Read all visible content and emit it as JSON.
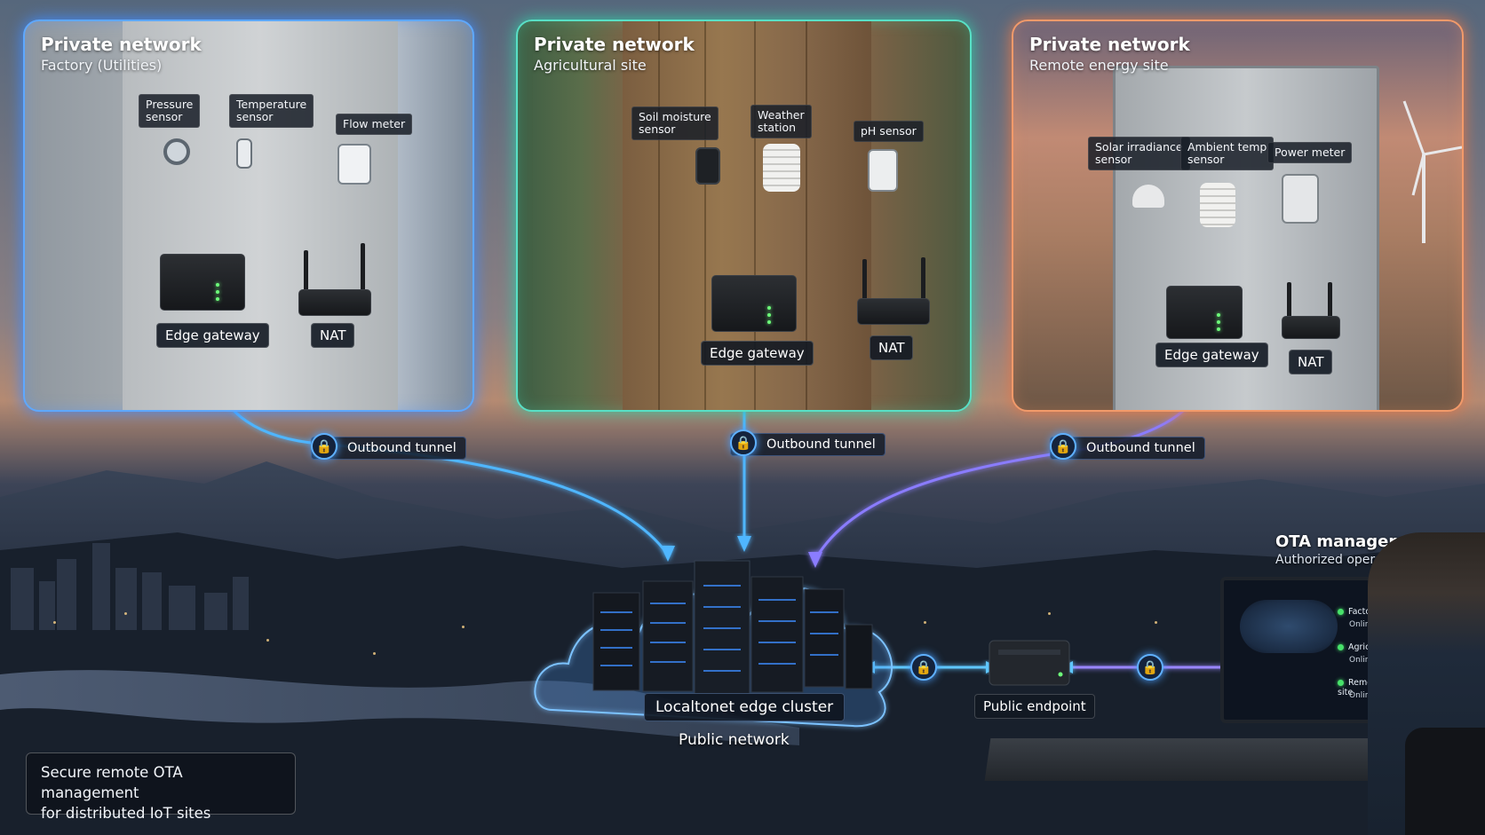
{
  "panels": {
    "factory": {
      "title": "Private network",
      "subtitle": "Factory (Utilities)",
      "sensors": [
        "Pressure\nsensor",
        "Temperature\nsensor",
        "Flow meter"
      ],
      "gateway": "Edge gateway",
      "nat": "NAT"
    },
    "agri": {
      "title": "Private network",
      "subtitle": "Agricultural site",
      "sensors": [
        "Soil moisture\nsensor",
        "Weather\nstation",
        "pH sensor"
      ],
      "gateway": "Edge gateway",
      "nat": "NAT"
    },
    "energy": {
      "title": "Private network",
      "subtitle": "Remote energy site",
      "sensors": [
        "Solar irradiance\nsensor",
        "Ambient temp\nsensor",
        "Power meter"
      ],
      "gateway": "Edge gateway",
      "nat": "NAT"
    }
  },
  "tunnels": {
    "label": "Outbound tunnel",
    "lock_icon": "lock-icon"
  },
  "cluster": {
    "label": "Localtonet edge cluster",
    "network": "Public network"
  },
  "endpoint": {
    "label": "Public endpoint"
  },
  "ota": {
    "title": "OTA management",
    "subtitle": "Authorized operator",
    "sites": [
      {
        "name": "Factory site",
        "status": "Online"
      },
      {
        "name": "Agricultural site",
        "status": "Online"
      },
      {
        "name": "Remote energy site",
        "status": "Online"
      }
    ]
  },
  "caption": {
    "line1": "Secure remote OTA management",
    "line2": "for distributed IoT sites"
  },
  "colors": {
    "factory": "#5ea8ff",
    "agri": "#58e0c6",
    "energy": "#f29a6a",
    "tunnel_blue": "#4fb6ff",
    "tunnel_purple": "#8a7bff",
    "status_online": "#47e26a"
  }
}
